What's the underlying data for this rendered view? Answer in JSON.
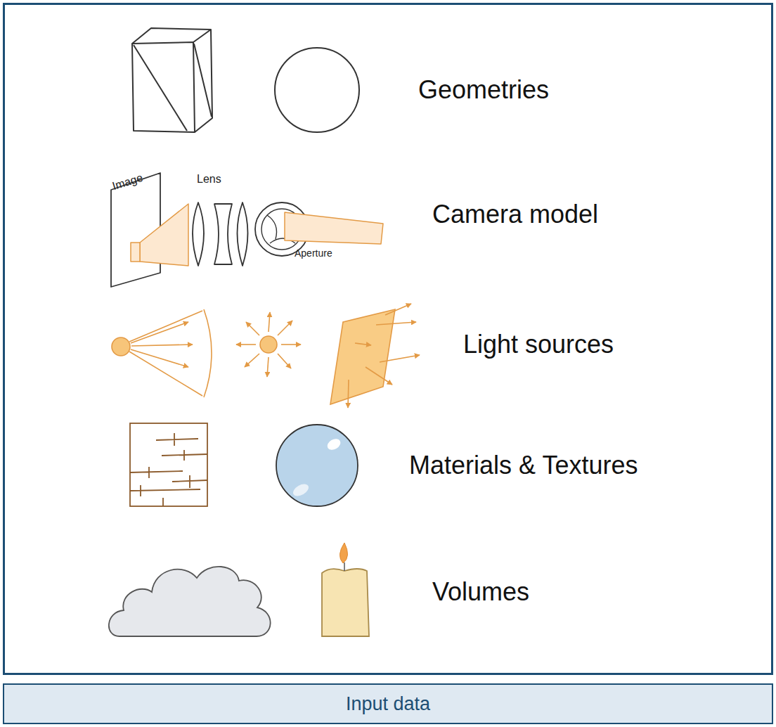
{
  "diagram": {
    "nodes": [
      {
        "text": [
          "Geometries",
          "Camera model",
          "Light sources",
          "Materials & Textures",
          "Volumes"
        ]
      },
      {
        "text": [
          "Input data"
        ]
      }
    ],
    "labels": [
      "Image",
      "Lens",
      "Aperture"
    ]
  }
}
